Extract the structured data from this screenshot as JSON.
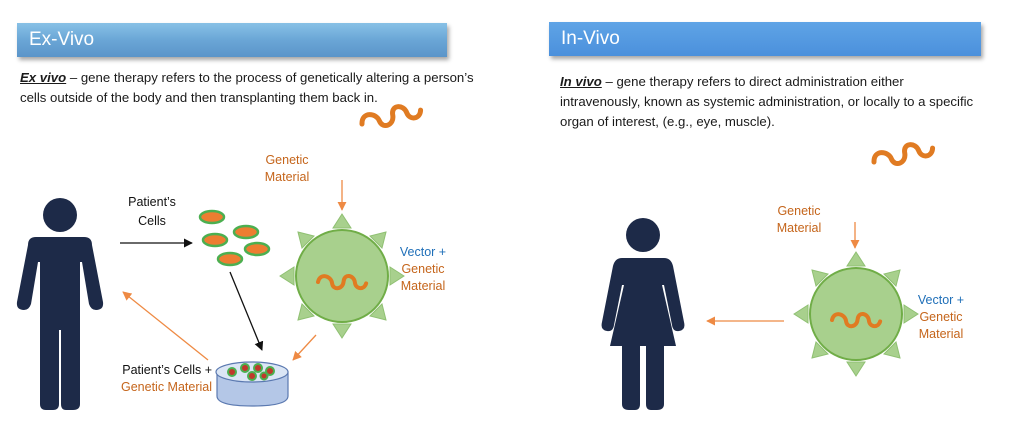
{
  "ex_vivo": {
    "header": "Ex-Vivo",
    "term": "Ex vivo",
    "description": " – gene therapy refers to the process of genetically altering a person’s cells outside of the body and then transplanting them back in.",
    "labels": {
      "genetic_material_1": "Genetic",
      "genetic_material_2": "Material",
      "patients_cells_1": "Patient’s",
      "patients_cells_2": "Cells",
      "vector": "Vector +",
      "vector_genetic": "Genetic",
      "vector_material": "Material",
      "dish_line1": "Patient’s Cells +",
      "dish_line2": "Genetic Material"
    }
  },
  "in_vivo": {
    "header": "In-Vivo",
    "term": "In vivo",
    "description": " – gene therapy refers to direct administration either intravenously, known as systemic administration, or locally to a specific organ of interest, (e.g., eye, muscle).",
    "labels": {
      "genetic_material_1": "Genetic",
      "genetic_material_2": "Material",
      "vector": "Vector +",
      "vector_genetic": "Genetic",
      "vector_material": "Material"
    }
  },
  "colors": {
    "person": "#1d2a48",
    "orange": "#c5651b",
    "blue_label": "#1f6fb8",
    "vector_fill": "#a8d08d",
    "vector_stroke": "#70ad47",
    "cell_fill": "#ed7d31",
    "cell_stroke": "#4caf50",
    "arrow_orange": "#ee8a44"
  },
  "icons": [
    "male-person-icon",
    "female-person-icon",
    "dna-strand-icon",
    "viral-vector-icon",
    "petri-dish-icon",
    "cell-icon"
  ]
}
